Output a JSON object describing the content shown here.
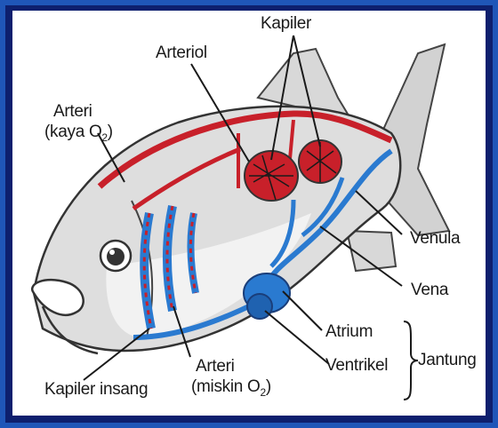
{
  "labels": {
    "kapiler": "Kapiler",
    "arteriol": "Arteriol",
    "arteri_kaya_line1": "Arteri",
    "arteri_kaya_line2_pre": "(kaya O",
    "arteri_kaya_sub": "2",
    "arteri_kaya_line2_post": ")",
    "venula": "Venula",
    "vena": "Vena",
    "atrium": "Atrium",
    "jantung": "Jantung",
    "ventrikel": "Ventrikel",
    "arteri_miskin_line1": "Arteri",
    "arteri_miskin_line2_pre": "(miskin O",
    "arteri_miskin_sub": "2",
    "arteri_miskin_line2_post": ")",
    "kapiler_insang": "Kapiler insang"
  },
  "colors": {
    "background_blue": "#1f56b8",
    "frame_navy": "#0d1f6e",
    "oxygenated": "#c8202a",
    "deoxygenated": "#2a7ad0",
    "fish_body": "#dcdcdc",
    "outline": "#333333"
  }
}
